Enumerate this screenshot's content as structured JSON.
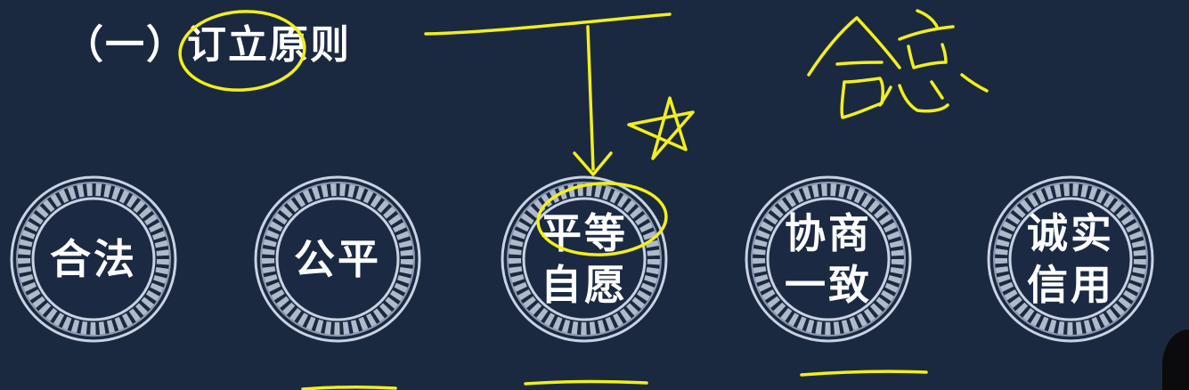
{
  "heading": {
    "number": "（一）",
    "word_circled": "订立",
    "word_rest": "原则"
  },
  "principles": [
    {
      "line1": "合法",
      "line2": ""
    },
    {
      "line1": "公平",
      "line2": ""
    },
    {
      "line1": "平等",
      "line2": "自愿"
    },
    {
      "line1": "协商",
      "line2": "一致"
    },
    {
      "line1": "诚实",
      "line2": "信用"
    }
  ],
  "handwriting": {
    "note": "合意"
  },
  "colors": {
    "background": "#1a2940",
    "plate_ring": "#c9d2e3",
    "plate_fill": "#1b2a42",
    "annotation": "#f3ef1a",
    "text": "#ffffff"
  }
}
